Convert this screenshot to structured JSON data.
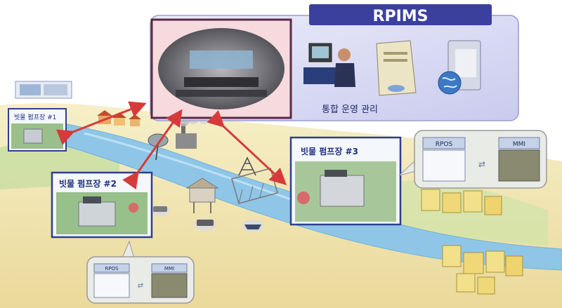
{
  "title": "RPIMS",
  "center_label": "통합 운영 관리",
  "stations": [
    {
      "label": "빗물 펌프장 #1"
    },
    {
      "label": "빗물 펌프장 #2"
    },
    {
      "label": "빗물 펌프장 #3"
    }
  ],
  "callouts": {
    "right": {
      "left_label": "RPOS",
      "right_label": "MMI"
    },
    "bottom": {
      "left_label": "RPOS",
      "right_label": "MMI"
    }
  },
  "colors": {
    "title_bar": "#3b3f9e",
    "panel": "#dcdcf2",
    "river": "#8fc6e8",
    "land": "#f1e7b0",
    "arrow": "#d63b3b",
    "station_frame": "#2f3f8f"
  }
}
